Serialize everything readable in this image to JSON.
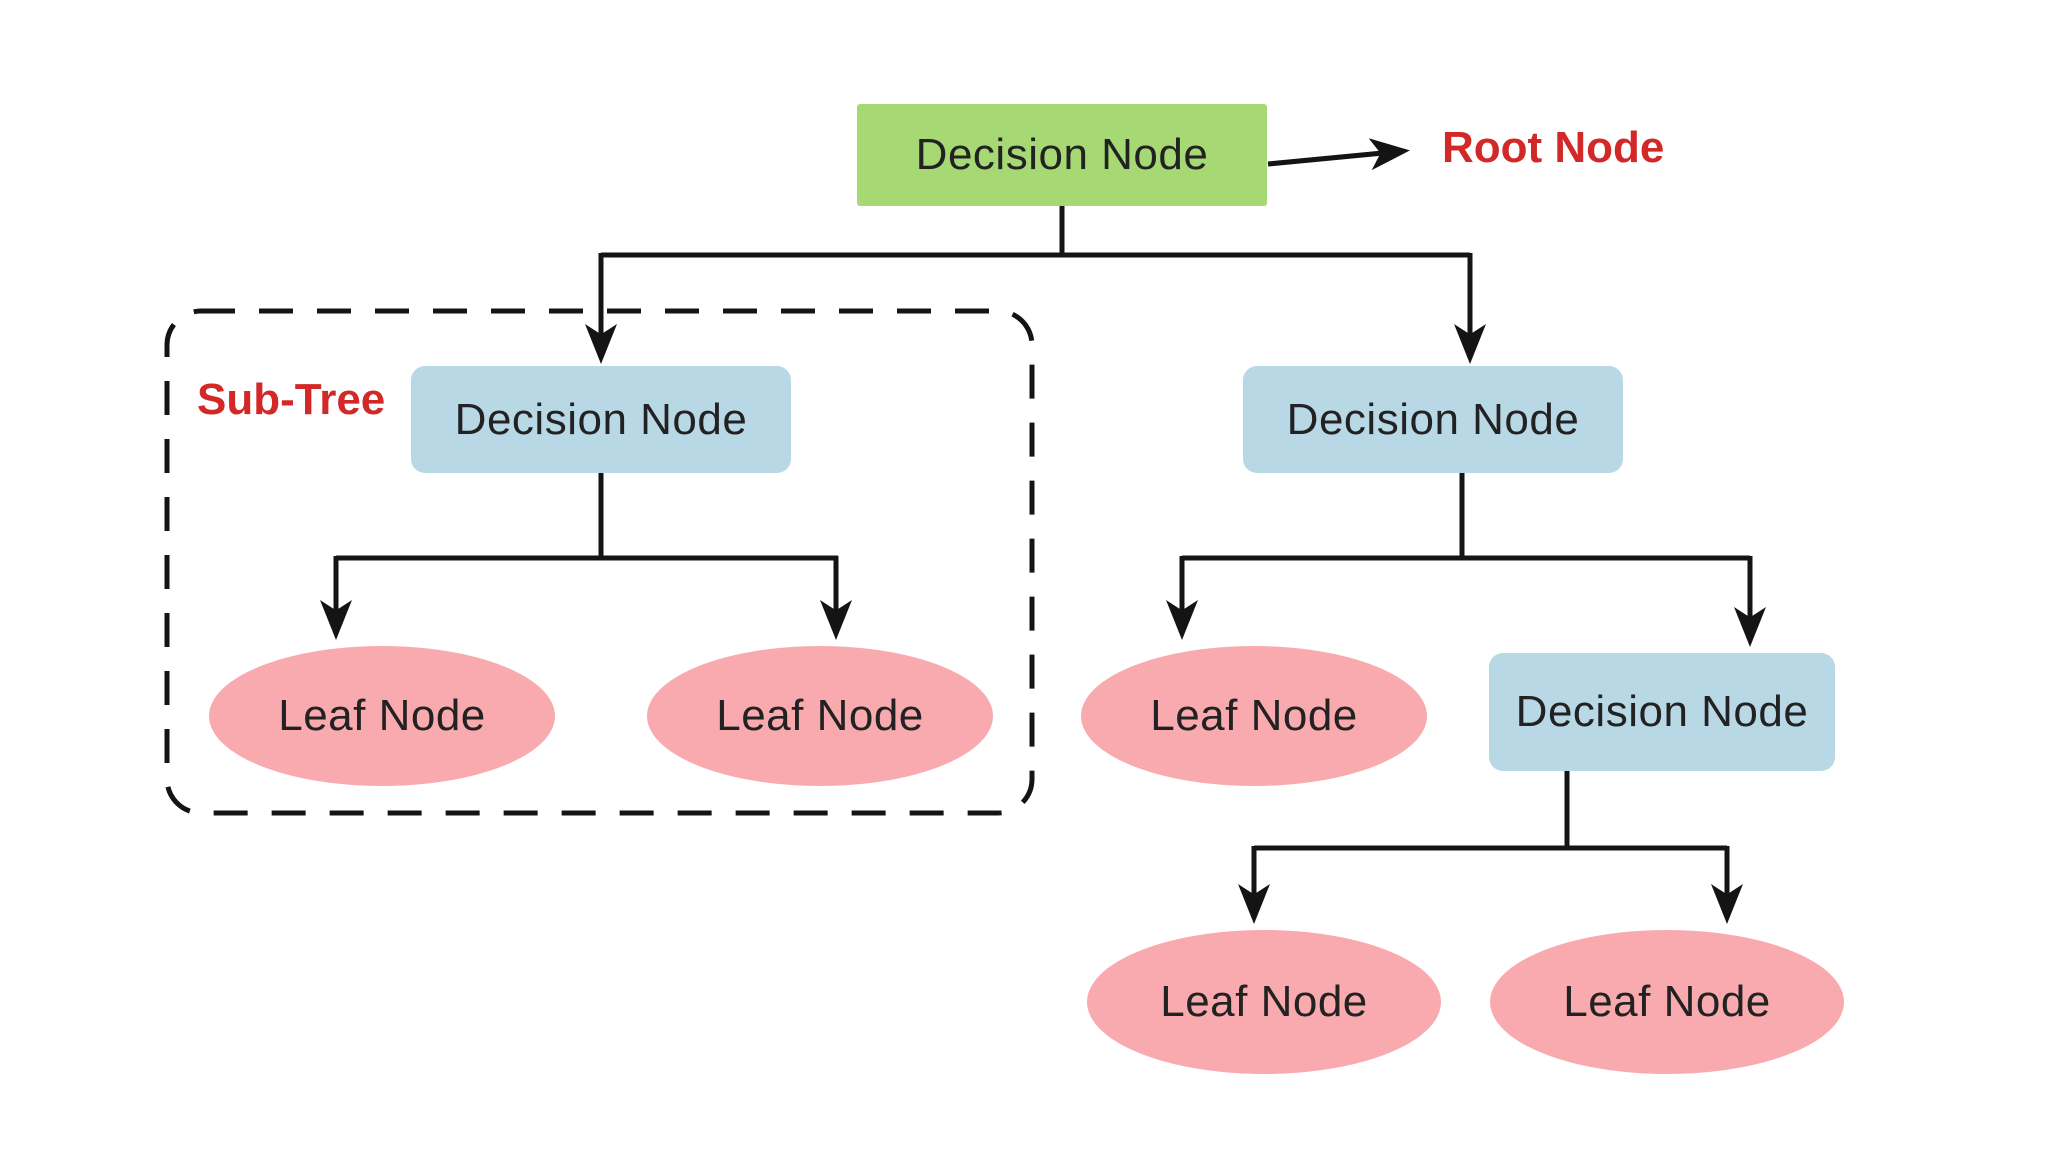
{
  "diagram": {
    "type": "decision-tree",
    "nodes": {
      "root": {
        "label": "Decision Node"
      },
      "left_decision": {
        "label": "Decision Node"
      },
      "left_leaf_1": {
        "label": "Leaf Node"
      },
      "left_leaf_2": {
        "label": "Leaf Node"
      },
      "right_decision": {
        "label": "Decision Node"
      },
      "right_leaf": {
        "label": "Leaf Node"
      },
      "right_sub_decision": {
        "label": "Decision Node"
      },
      "bottom_leaf_1": {
        "label": "Leaf Node"
      },
      "bottom_leaf_2": {
        "label": "Leaf Node"
      }
    },
    "annotations": {
      "root_pointer": "Root Node",
      "subtree": "Sub-Tree"
    },
    "edges": [
      {
        "from": "root",
        "to": "left_decision"
      },
      {
        "from": "root",
        "to": "right_decision"
      },
      {
        "from": "left_decision",
        "to": "left_leaf_1"
      },
      {
        "from": "left_decision",
        "to": "left_leaf_2"
      },
      {
        "from": "right_decision",
        "to": "right_leaf"
      },
      {
        "from": "right_decision",
        "to": "right_sub_decision"
      },
      {
        "from": "right_sub_decision",
        "to": "bottom_leaf_1"
      },
      {
        "from": "right_sub_decision",
        "to": "bottom_leaf_2"
      },
      {
        "from": "root",
        "to": "root_pointer_annotation"
      }
    ],
    "colors": {
      "root_fill": "#a6d973",
      "decision_fill": "#b8d8e6",
      "leaf_fill": "#f9aaae",
      "annotation_text": "#d22828",
      "line": "#141414",
      "node_text": "#222222",
      "background": "#ffffff"
    }
  }
}
